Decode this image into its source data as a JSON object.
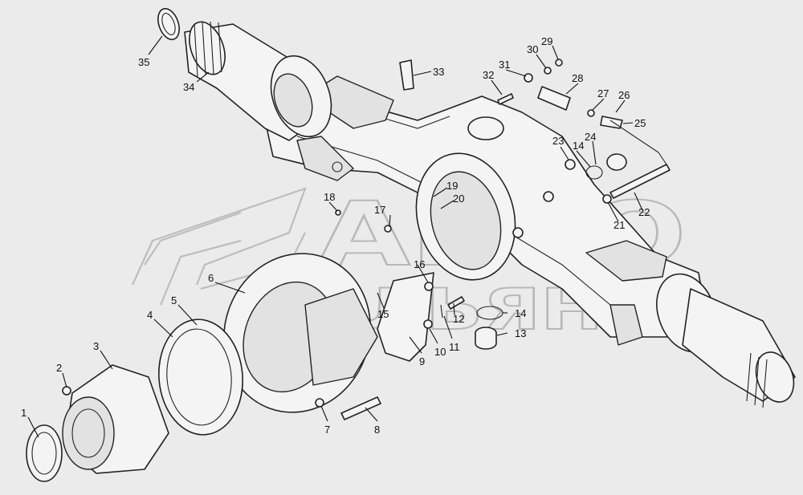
{
  "watermark": {
    "line1": "АВТО",
    "line2": "АЛЬЯНС"
  },
  "callouts": [
    {
      "id": "c1",
      "label": "1"
    },
    {
      "id": "c2",
      "label": "2"
    },
    {
      "id": "c3",
      "label": "3"
    },
    {
      "id": "c4",
      "label": "4"
    },
    {
      "id": "c5",
      "label": "5"
    },
    {
      "id": "c6",
      "label": "6"
    },
    {
      "id": "c7",
      "label": "7"
    },
    {
      "id": "c8",
      "label": "8"
    },
    {
      "id": "c9",
      "label": "9"
    },
    {
      "id": "c10",
      "label": "10"
    },
    {
      "id": "c11",
      "label": "11"
    },
    {
      "id": "c12",
      "label": "12"
    },
    {
      "id": "c13",
      "label": "13"
    },
    {
      "id": "c14a",
      "label": "14"
    },
    {
      "id": "c14b",
      "label": "14"
    },
    {
      "id": "c15",
      "label": "15"
    },
    {
      "id": "c16",
      "label": "16"
    },
    {
      "id": "c17",
      "label": "17"
    },
    {
      "id": "c18",
      "label": "18"
    },
    {
      "id": "c19",
      "label": "19"
    },
    {
      "id": "c20",
      "label": "20"
    },
    {
      "id": "c21",
      "label": "21"
    },
    {
      "id": "c22",
      "label": "22"
    },
    {
      "id": "c23",
      "label": "23"
    },
    {
      "id": "c24",
      "label": "24"
    },
    {
      "id": "c25",
      "label": "25"
    },
    {
      "id": "c26",
      "label": "26"
    },
    {
      "id": "c27",
      "label": "27"
    },
    {
      "id": "c28",
      "label": "28"
    },
    {
      "id": "c29",
      "label": "29"
    },
    {
      "id": "c30",
      "label": "30"
    },
    {
      "id": "c31",
      "label": "31"
    },
    {
      "id": "c32",
      "label": "32"
    },
    {
      "id": "c33",
      "label": "33"
    },
    {
      "id": "c34",
      "label": "34"
    },
    {
      "id": "c35",
      "label": "35"
    }
  ]
}
